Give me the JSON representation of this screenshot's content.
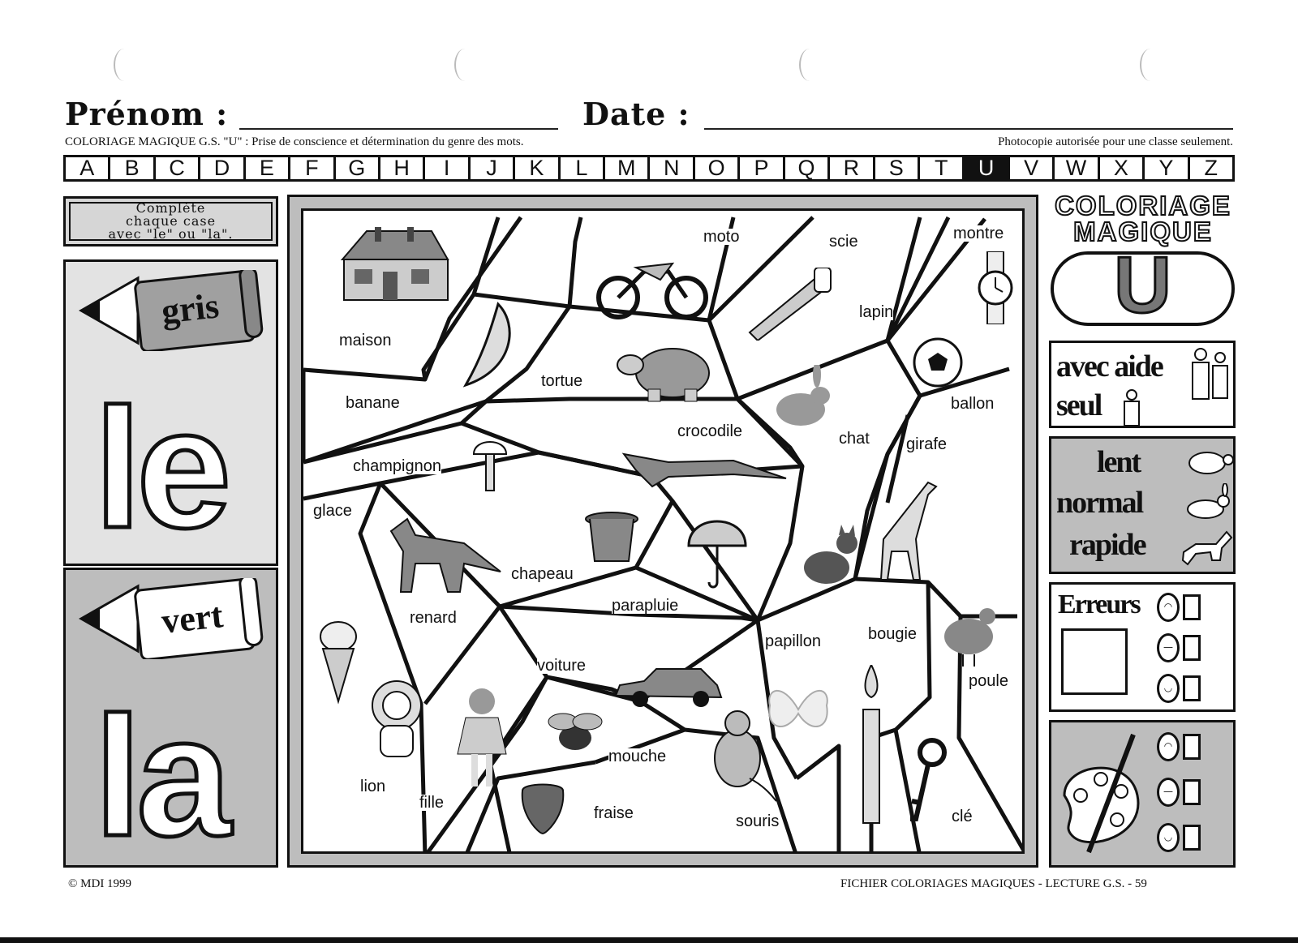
{
  "header": {
    "prenom_label": "Prénom :",
    "date_label": "Date :",
    "subtitle_left": "COLORIAGE MAGIQUE G.S. \"U\" : Prise de conscience et détermination du genre des mots.",
    "subtitle_right": "Photocopie autorisée pour une classe seulement."
  },
  "alphabet": {
    "letters": [
      "A",
      "B",
      "C",
      "D",
      "E",
      "F",
      "G",
      "H",
      "I",
      "J",
      "K",
      "L",
      "M",
      "N",
      "O",
      "P",
      "Q",
      "R",
      "S",
      "T",
      "U",
      "V",
      "W",
      "X",
      "Y",
      "Z"
    ],
    "active": "U"
  },
  "instructions": {
    "line1": "Complète",
    "line2": "chaque case",
    "line3": "avec \"le\" ou \"la\"."
  },
  "legend": {
    "gris": {
      "color_word": "gris",
      "article": "le",
      "fill": "#e3e3e3"
    },
    "vert": {
      "color_word": "vert",
      "article": "la",
      "fill": "#bdbdbd"
    }
  },
  "mosaic_words": {
    "maison": "maison",
    "moto": "moto",
    "scie": "scie",
    "montre": "montre",
    "lapin": "lapin",
    "tortue": "tortue",
    "banane": "banane",
    "ballon": "ballon",
    "crocodile": "crocodile",
    "chat": "chat",
    "girafe": "girafe",
    "champignon": "champignon",
    "glace": "glace",
    "chapeau": "chapeau",
    "renard": "renard",
    "parapluie": "parapluie",
    "papillon": "papillon",
    "bougie": "bougie",
    "poule": "poule",
    "voiture": "voiture",
    "mouche": "mouche",
    "lion": "lion",
    "fille": "fille",
    "fraise": "fraise",
    "souris": "souris",
    "cle": "clé"
  },
  "sidebar": {
    "brand_line1": "COLORIAGE",
    "brand_line2": "MAGIQUE",
    "letter": "U",
    "avec_aide": "avec aide",
    "seul": "seul",
    "lent": "lent",
    "normal": "normal",
    "rapide": "rapide",
    "erreurs": "Erreurs"
  },
  "icons": {
    "people": "people-icon",
    "person": "person-icon",
    "turtle": "turtle-icon",
    "rabbit": "rabbit-icon",
    "horse": "horse-icon",
    "palette": "palette-icon",
    "faces": [
      "sad-face-icon",
      "neutral-face-icon",
      "happy-face-icon"
    ]
  },
  "footer": {
    "copyright": "© MDI 1999",
    "right": "FICHIER COLORIAGES MAGIQUES - LECTURE G.S.  -  59"
  }
}
